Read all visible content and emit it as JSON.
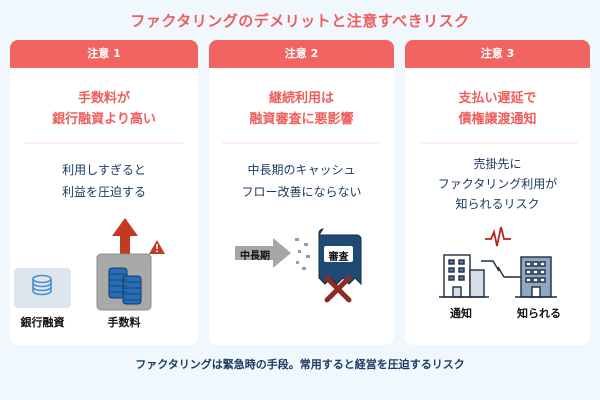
{
  "title": "ファクタリングのデメリットと注意すべきリスク",
  "cards": [
    {
      "header": "注意 1",
      "title_lines": [
        "手数料が",
        "銀行融資より高い"
      ],
      "desc_lines": [
        "利用しすぎると",
        "利益を圧迫する"
      ],
      "illustration": {
        "labels": [
          "銀行融資",
          "手数料"
        ],
        "icons": [
          "coin-stack-icon",
          "up-arrow-icon",
          "warning-icon"
        ]
      }
    },
    {
      "header": "注意 2",
      "title_lines": [
        "継続利用は",
        "融資審査に悪影響"
      ],
      "desc_lines": [
        "中長期のキャッシュ",
        "フロー改善にならない"
      ],
      "illustration": {
        "arrow_label": "中長期",
        "badge_label": "審査",
        "icons": [
          "right-arrow-icon",
          "cross-icon"
        ]
      }
    },
    {
      "header": "注意 3",
      "title_lines": [
        "支払い遅延で",
        "債権譲渡通知"
      ],
      "desc_lines": [
        "売掛先に",
        "ファクタリング利用が",
        "知られるリスク"
      ],
      "illustration": {
        "labels": [
          "通知",
          "知られる"
        ],
        "icons": [
          "building-icon",
          "pulse-icon",
          "link-icon"
        ]
      }
    }
  ],
  "footer": "ファクタリングは緊急時の手段。常用すると経営を圧迫するリスク",
  "colors": {
    "accent": "#f26461",
    "title": "#ee5e5e",
    "text": "#1c3b63",
    "background": "#f1f8fd"
  }
}
